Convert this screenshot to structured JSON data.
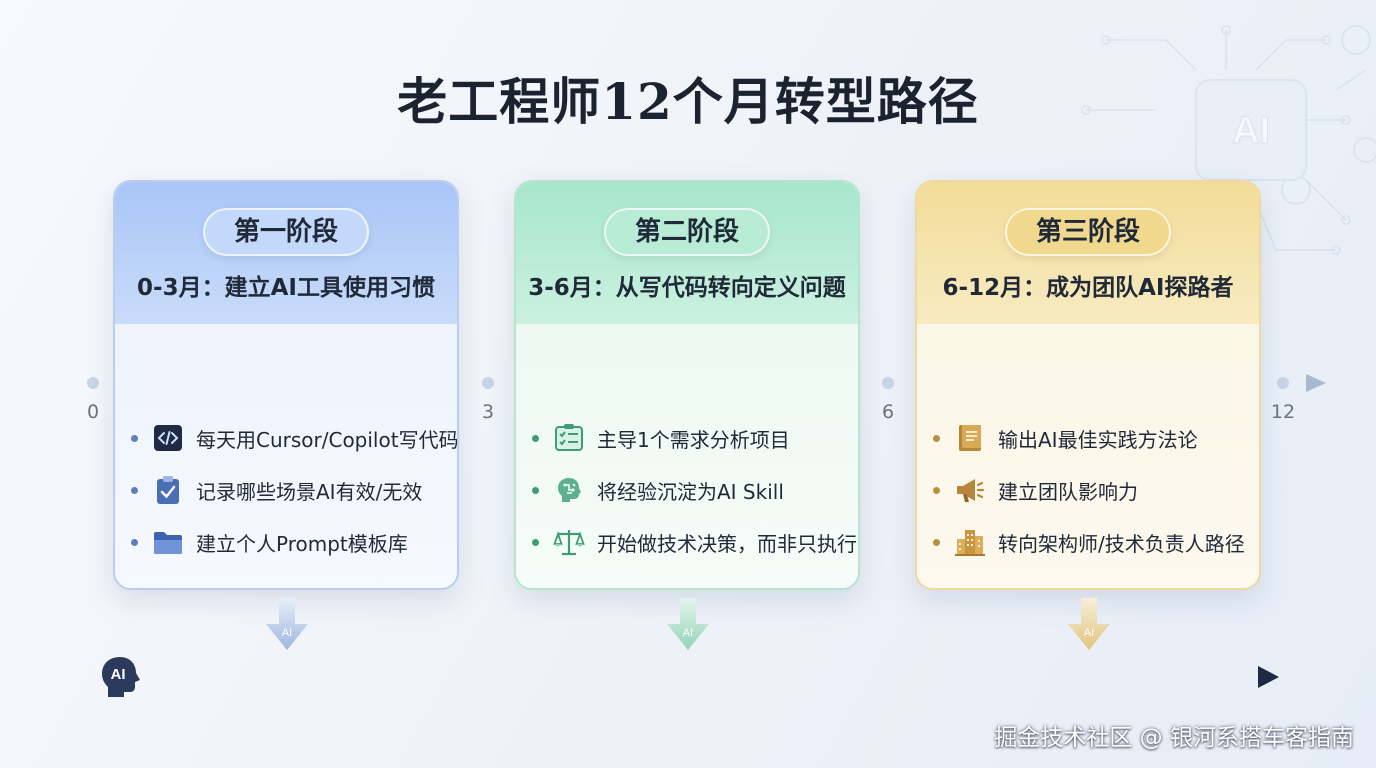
{
  "title": "老工程师12个月转型路径",
  "ticks": [
    "0",
    "3",
    "6",
    "12"
  ],
  "phases": [
    {
      "badge": "第一阶段",
      "subtitle": "0-3月：建立AI工具使用习惯",
      "accent": "#a9c6f7",
      "items": [
        {
          "icon": "code-icon",
          "text": "每天用Cursor/Copilot写代码"
        },
        {
          "icon": "clipboard-check-icon",
          "text": "记录哪些场景AI有效/无效"
        },
        {
          "icon": "folder-icon",
          "text": "建立个人Prompt模板库"
        }
      ]
    },
    {
      "badge": "第二阶段",
      "subtitle": "3-6月：从写代码转向定义问题",
      "accent": "#a7e6cc",
      "items": [
        {
          "icon": "checklist-board-icon",
          "text": "主导1个需求分析项目"
        },
        {
          "icon": "brain-circuit-icon",
          "text": "将经验沉淀为AI Skill"
        },
        {
          "icon": "scales-icon",
          "text": "开始做技术决策，而非只执行"
        }
      ]
    },
    {
      "badge": "第三阶段",
      "subtitle": "6-12月：成为团队AI探路者",
      "accent": "#f3dc98",
      "items": [
        {
          "icon": "book-icon",
          "text": "输出AI最佳实践方法论"
        },
        {
          "icon": "megaphone-icon",
          "text": "建立团队影响力"
        },
        {
          "icon": "buildings-icon",
          "text": "转向架构师/技术负责人路径"
        }
      ]
    }
  ],
  "arrow_label": "AI",
  "head_label": "AI",
  "watermark": "AI",
  "footer": "掘金技术社区 @ 银河系搭车客指南"
}
